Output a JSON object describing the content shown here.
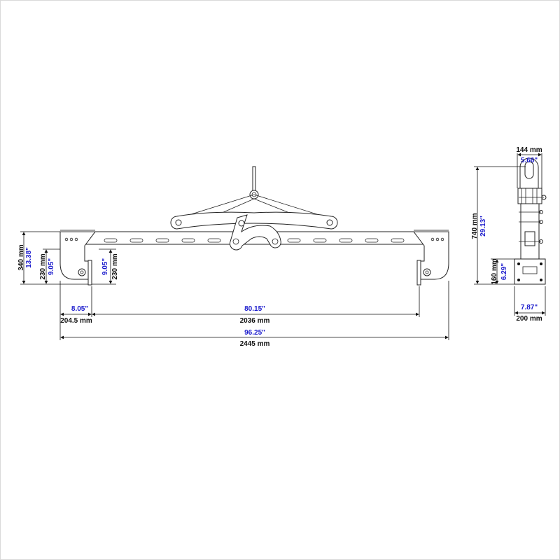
{
  "colors": {
    "line": "#222222",
    "metric": "#111111",
    "imperial": "#1a1acc",
    "cap": "#a0a0a0"
  },
  "front_view": {
    "total_height": {
      "mm": "340 mm",
      "in": "13.38\""
    },
    "pad_height_left": {
      "mm": "230 mm",
      "in": "9.05\""
    },
    "pad_height_right": {
      "mm": "230 mm",
      "in": "9.05\""
    },
    "end_offset": {
      "mm": "204.5 mm",
      "in": "8.05\""
    },
    "pad_span": {
      "mm": "2036 mm",
      "in": "80.15\""
    },
    "overall_length": {
      "mm": "2445 mm",
      "in": "96.25\""
    }
  },
  "side_view": {
    "top_width": {
      "mm": "144 mm",
      "in": "5.66\""
    },
    "overall_height": {
      "mm": "740 mm",
      "in": "29.13\""
    },
    "base_height": {
      "mm": "160 mm",
      "in": "6.29\""
    },
    "base_width": {
      "mm": "200 mm",
      "in": "7.87\""
    }
  }
}
